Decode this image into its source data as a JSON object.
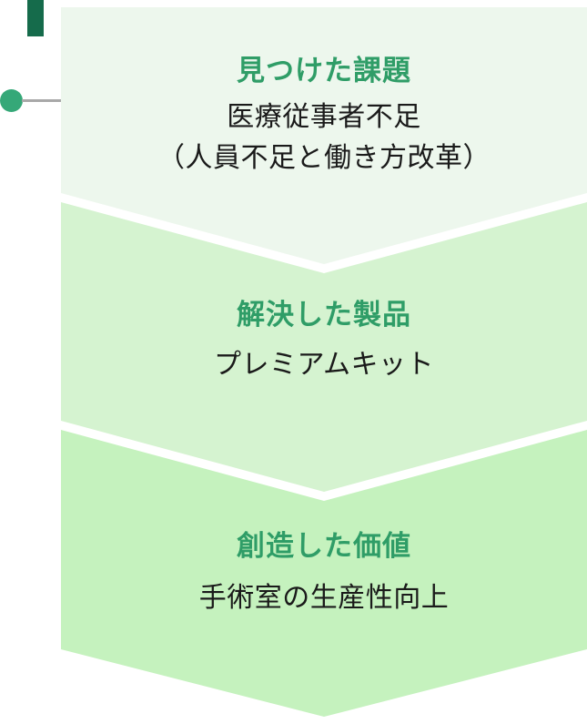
{
  "decorations": {
    "top_bar_color": "#156B4B",
    "dot_color": "#35A878",
    "connector_color": "#A8A8A8"
  },
  "funnel": {
    "heading_color": "#2F9D67",
    "body_color": "#1A1A1A",
    "sections": [
      {
        "title": "見つけた課題",
        "body_lines": [
          "医療従事者不足",
          "（人員不足と働き方改革）"
        ],
        "bg": "#EDF7ED"
      },
      {
        "title": "解決した製品",
        "body_lines": [
          "プレミアムキット"
        ],
        "bg": "#D5F3D0"
      },
      {
        "title": "創造した価値",
        "body_lines": [
          "手術室の生産性向上"
        ],
        "bg": "#C5F2BE"
      }
    ]
  }
}
